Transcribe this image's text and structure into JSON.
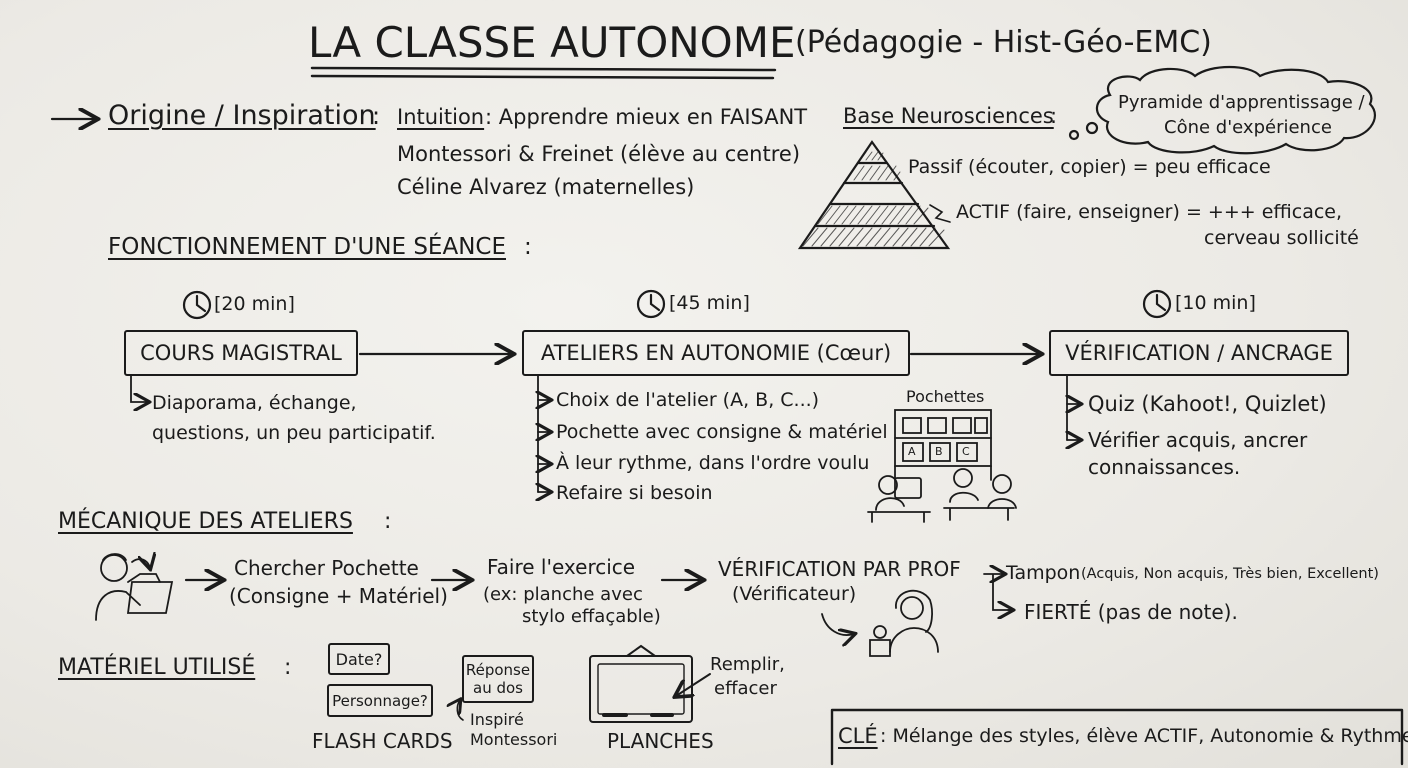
{
  "title": {
    "main": "LA CLASSE AUTONOME",
    "sub": "(Pédagogie - Hist-Géo-EMC)"
  },
  "origin": {
    "heading": "Origine / Inspiration",
    "colon": ":",
    "intuition_label": "Intuition",
    "intuition_text": ": Apprendre mieux en FAISANT",
    "line2": "Montessori & Freinet (élève au centre)",
    "line3": "Céline Alvarez (maternelles)"
  },
  "neuro": {
    "heading": "Base Neurosciences",
    "colon": ":",
    "cloud": [
      "Pyramide d'apprentissage /",
      "Cône d'expérience"
    ],
    "passive": "Passif (écouter, copier) = peu efficace",
    "active": [
      "ACTIF (faire, enseigner) = +++ efficace,",
      "cerveau sollicité"
    ]
  },
  "session": {
    "heading": "FONCTIONNEMENT D'UNE SÉANCE",
    "colon": ":",
    "steps": [
      {
        "time": "[20 min]",
        "title": "COURS MAGISTRAL",
        "notes": [
          "Diaporama, échange,",
          "questions, un peu participatif."
        ]
      },
      {
        "time": "[45 min]",
        "title": "ATELIERS EN AUTONOMIE (Cœur)",
        "notes": [
          "Choix de l'atelier (A, B, C...)",
          "Pochette avec consigne & matériel",
          "À leur rythme, dans l'ordre voulu",
          "Refaire si besoin"
        ]
      },
      {
        "time": "[10 min]",
        "title": "VÉRIFICATION / ANCRAGE",
        "notes": [
          "Quiz (Kahoot!, Quizlet)",
          "Vérifier acquis, ancrer",
          "connaissances."
        ]
      }
    ],
    "pochettes_label": "Pochettes",
    "shelf_letters": [
      "A",
      "B",
      "C"
    ]
  },
  "mechanics": {
    "heading": "MÉCANIQUE DES ATELIERS",
    "colon": ":",
    "step1": [
      "Chercher Pochette",
      "(Consigne + Matériel)"
    ],
    "step2": [
      "Faire l'exercice",
      "(ex: planche avec",
      "stylo effaçable)"
    ],
    "step3": [
      "VÉRIFICATION PAR PROF",
      "(Vérificateur)"
    ],
    "tampon": "Tampon",
    "tampon_detail": "(Acquis, Non acquis, Très bien, Excellent)",
    "fierte": "FIERTÉ (pas de note)."
  },
  "material": {
    "heading": "MATÉRIEL UTILISÉ",
    "colon": ":",
    "card1": "Date?",
    "card2": "Personnage?",
    "card3": [
      "Réponse",
      "au dos"
    ],
    "inspire": [
      "Inspiré",
      "Montessori"
    ],
    "flash_label": "FLASH CARDS",
    "planche_note": [
      "Remplir,",
      "effacer"
    ],
    "planche_label": "PLANCHES"
  },
  "key": {
    "label": "CLÉ",
    "text": ": Mélange des styles, élève ACTIF, Autonomie & Rythme."
  }
}
